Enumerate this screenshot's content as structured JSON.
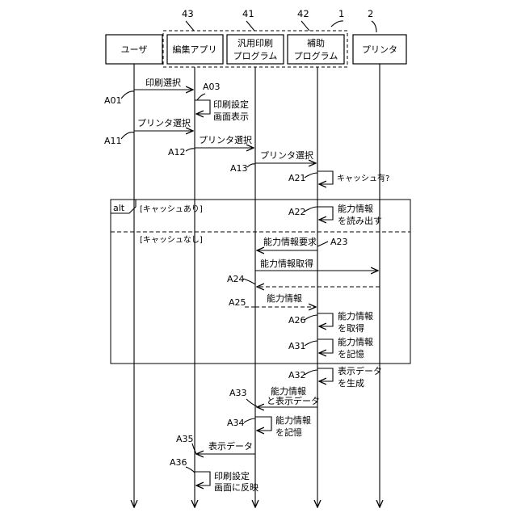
{
  "numbers": {
    "device": "1",
    "printer": "2",
    "print_program": "41",
    "helper_program": "42",
    "edit_app": "43"
  },
  "participants": {
    "user": "ユーザ",
    "edit_app": "編集アプリ",
    "print_program": [
      "汎用印刷",
      "プログラム"
    ],
    "helper_program": [
      "補助",
      "プログラム"
    ],
    "printer": "プリンタ"
  },
  "fragment": {
    "operator": "alt",
    "guard1": "[キャッシュあり]",
    "guard2": "[キャッシュなし]"
  },
  "steps": {
    "A01": {
      "label": "A01",
      "msg": "印刷選択"
    },
    "A03": {
      "label": "A03",
      "msg": [
        "印刷設定",
        "画面表示"
      ]
    },
    "A11": {
      "label": "A11",
      "msg": "プリンタ選択"
    },
    "A12": {
      "label": "A12",
      "msg": "プリンタ選択"
    },
    "A13": {
      "label": "A13",
      "msg": "プリンタ選択"
    },
    "A21": {
      "label": "A21",
      "msg": "キャッシュ有?"
    },
    "A22": {
      "label": "A22",
      "msg": [
        "能力情報",
        "を読み出す"
      ]
    },
    "A23": {
      "label": "A23",
      "msg": "能力情報要求",
      "msg2": "能力情報取得"
    },
    "A24": {
      "label": "A24"
    },
    "A25": {
      "label": "A25",
      "msg": "能力情報"
    },
    "A26": {
      "label": "A26",
      "msg": [
        "能力情報",
        "を取得"
      ]
    },
    "A31": {
      "label": "A31",
      "msg": [
        "能力情報",
        "を記憶"
      ]
    },
    "A32": {
      "label": "A32",
      "msg": [
        "表示データ",
        "を生成"
      ]
    },
    "A33": {
      "label": "A33",
      "msg": [
        "能力情報",
        "と表示データ"
      ]
    },
    "A34": {
      "label": "A34",
      "msg": [
        "能力情報",
        "を記憶"
      ]
    },
    "A35": {
      "label": "A35",
      "msg": "表示データ"
    },
    "A36": {
      "label": "A36",
      "msg": [
        "印刷設定",
        "画面に反映"
      ]
    }
  }
}
